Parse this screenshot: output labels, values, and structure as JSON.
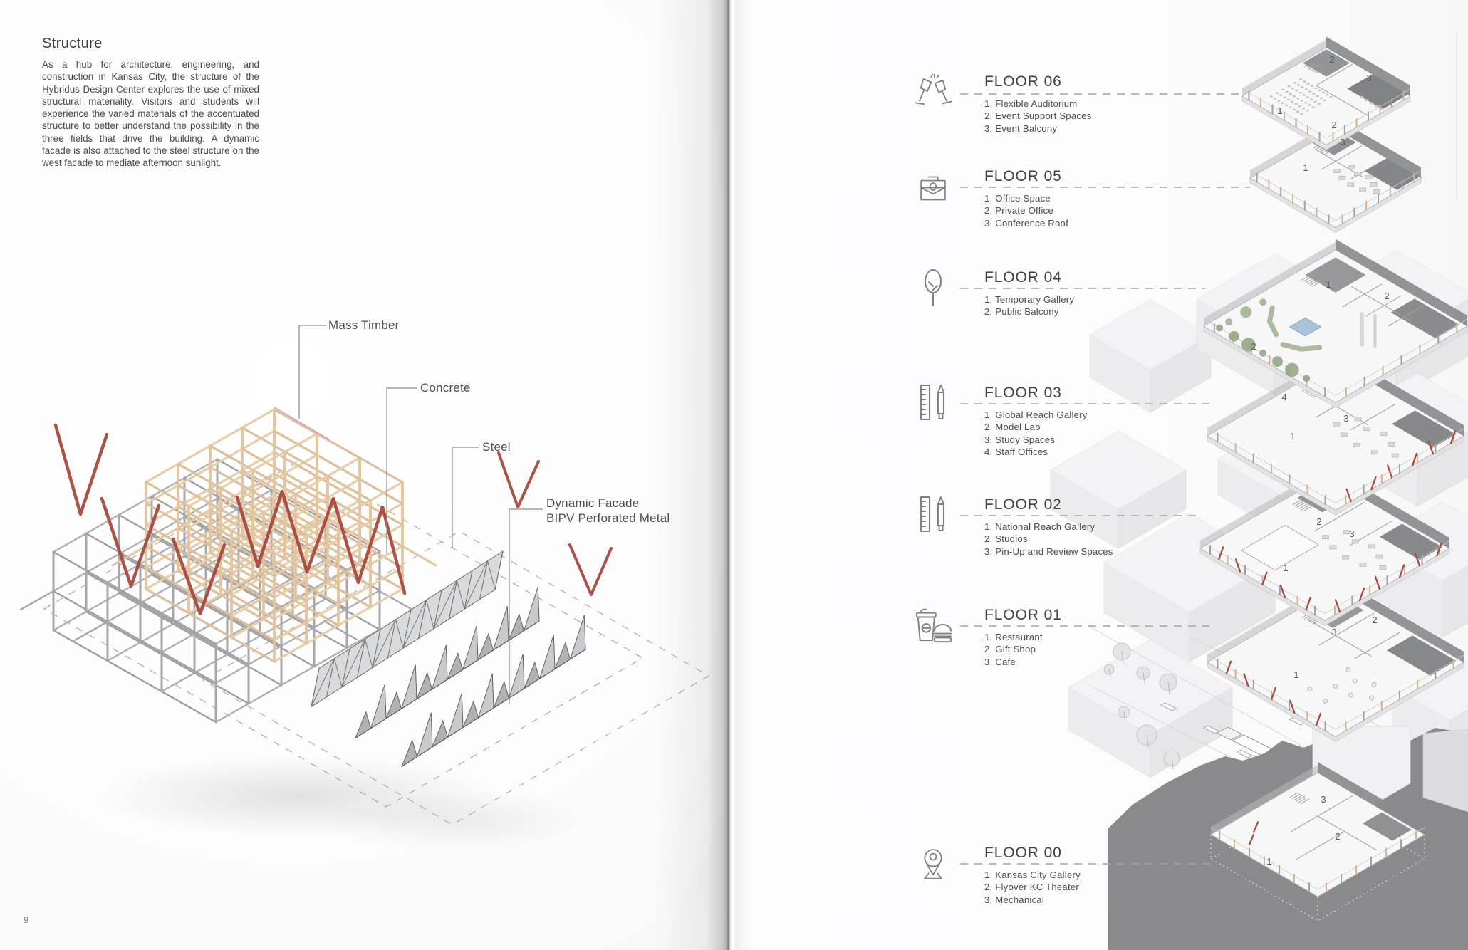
{
  "page_number": "9",
  "left_page": {
    "title": "Structure",
    "body": "As a hub for architecture, engineering, and construction in Kansas City, the structure of the Hybridus Design Center explores the use of mixed structural materiality. Visitors and students will experience the varied materials of the accentuated structure to better understand the possibility in the three fields that drive the building. A dynamic facade is also attached to the steel structure on the west facade to mediate afternoon sunlight.",
    "diagram_labels": {
      "mass_timber": "Mass Timber",
      "concrete": "Concrete",
      "steel": "Steel",
      "dynamic_facade_line1": "Dynamic Facade",
      "dynamic_facade_line2": "BIPV Perforated Metal"
    }
  },
  "right_page": {
    "floors": [
      {
        "title": "FLOOR 06",
        "icon": "cheers-icon",
        "items": [
          "1.  Flexible Auditorium",
          "2. Event Support Spaces",
          "3. Event Balcony"
        ],
        "plate_numbers": [
          "1",
          "2",
          "3"
        ]
      },
      {
        "title": "FLOOR 05",
        "icon": "briefcase-icon",
        "items": [
          "1.  Office Space",
          "2. Private Office",
          "3. Conference Roof"
        ],
        "plate_numbers": [
          "1",
          "2",
          "3"
        ]
      },
      {
        "title": "FLOOR 04",
        "icon": "tree-icon",
        "items": [
          "1.  Temporary Gallery",
          "2. Public Balcony"
        ],
        "plate_numbers": [
          "1",
          "2",
          "2"
        ]
      },
      {
        "title": "FLOOR 03",
        "icon": "ruler-pencil-icon",
        "items": [
          "1.  Global Reach Gallery",
          "2. Model Lab",
          "3. Study Spaces",
          "4. Staff Offices"
        ],
        "plate_numbers": [
          "1",
          "3",
          "4"
        ]
      },
      {
        "title": "FLOOR 02",
        "icon": "ruler-pencil-icon",
        "items": [
          "1.  National Reach Gallery",
          "2. Studios",
          "3. Pin-Up and Review Spaces"
        ],
        "plate_numbers": [
          "1",
          "2",
          "3"
        ]
      },
      {
        "title": "FLOOR 01",
        "icon": "coffee-burger-icon",
        "items": [
          "1.  Restaurant",
          "2. Gift Shop",
          "3. Cafe"
        ],
        "plate_numbers": [
          "1",
          "2",
          "3"
        ]
      },
      {
        "title": "FLOOR 00",
        "icon": "map-pin-icon",
        "items": [
          "1.  Kansas City Gallery",
          "2. Flyover KC Theater",
          "3. Mechanical"
        ],
        "plate_numbers": [
          "1",
          "2",
          "3"
        ]
      }
    ]
  },
  "colors": {
    "timber_tan": "#e8cda8",
    "steel_gray": "#aaacb0",
    "accent_red": "#a8493d",
    "green_roof": "#93a785",
    "pool_blue": "#a9c2d8",
    "river_gray": "#8a8a8c",
    "text_dark": "#4a4a4c"
  }
}
